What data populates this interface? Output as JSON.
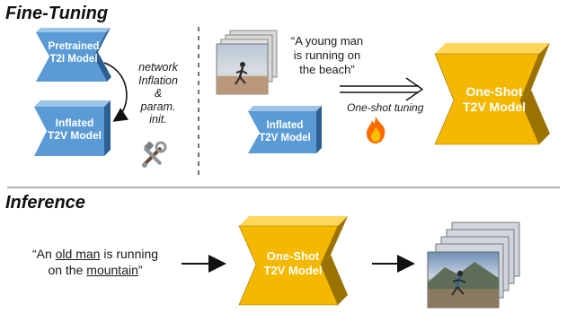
{
  "sections": {
    "fine_tuning": "Fine-Tuning",
    "inference": "Inference"
  },
  "fine_tuning": {
    "pretrained_model": {
      "line1": "Pretrained",
      "line2": "T2I Model"
    },
    "inflated_model": {
      "line1": "Inflated",
      "line2": "T2V Model"
    },
    "inflation_note": {
      "line1": "network",
      "line2": "Inflation",
      "line3": "&",
      "line4": "param.",
      "line5": "init."
    },
    "caption": {
      "line1": "“A young man",
      "line2": "is running on",
      "line3": "the beach”"
    },
    "inflated_model_2": {
      "line1": "Inflated",
      "line2": "T2V Model"
    },
    "tuning_label": "One-shot tuning",
    "one_shot_model": {
      "line1": "One-Shot",
      "line2": "T2V Model"
    },
    "icons": {
      "tools": "tools-icon",
      "fire": "fire-icon",
      "video_frames": "video-frames-icon"
    }
  },
  "inference": {
    "prompt": {
      "part1": "“An ",
      "underline1": "old man",
      "part2": " is running",
      "part3": "on the ",
      "underline2": "mountain",
      "part4": "”"
    },
    "one_shot_model": {
      "line1": "One-Shot",
      "line2": "T2V Model"
    },
    "icons": {
      "output_frames": "output-video-frames-icon"
    }
  },
  "colors": {
    "blue_face": "#5b9bd5",
    "blue_side": "#2e5f93",
    "blue_top": "#9dc3e6",
    "yellow_face": "#f5b800",
    "yellow_side": "#9a7200",
    "yellow_top": "#ffd65a"
  }
}
